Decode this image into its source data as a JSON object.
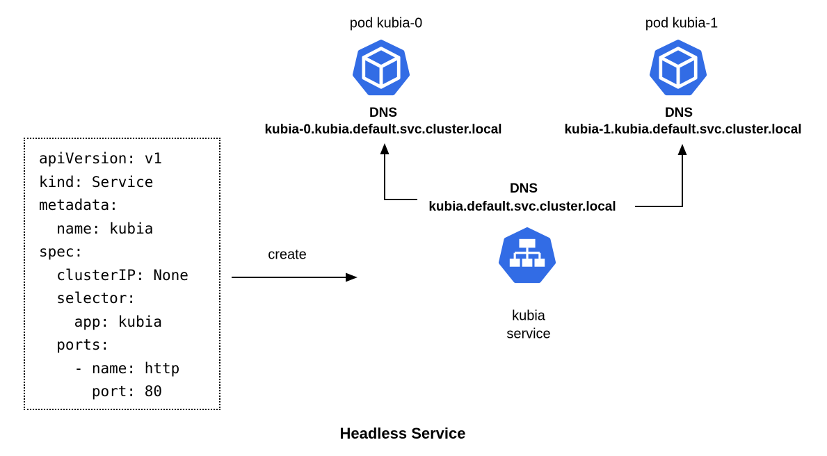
{
  "title": "Headless Service",
  "colors": {
    "kubernetes_blue": "#326CE5",
    "arrow": "#000000"
  },
  "yaml": {
    "code": "apiVersion: v1\nkind: Service\nmetadata:\n  name: kubia\nspec:\n  clusterIP: None\n  selector:\n    app: kubia\n  ports:\n    - name: http\n      port: 80"
  },
  "create_arrow": {
    "label": "create"
  },
  "pods": [
    {
      "label": "pod kubia-0",
      "dns_title": "DNS",
      "dns_name": "kubia-0.kubia.default.svc.cluster.local"
    },
    {
      "label": "pod kubia-1",
      "dns_title": "DNS",
      "dns_name": "kubia-1.kubia.default.svc.cluster.local"
    }
  ],
  "service_dns": {
    "title": "DNS",
    "name": "kubia.default.svc.cluster.local"
  },
  "service": {
    "name_line1": "kubia",
    "name_line2": "service"
  }
}
